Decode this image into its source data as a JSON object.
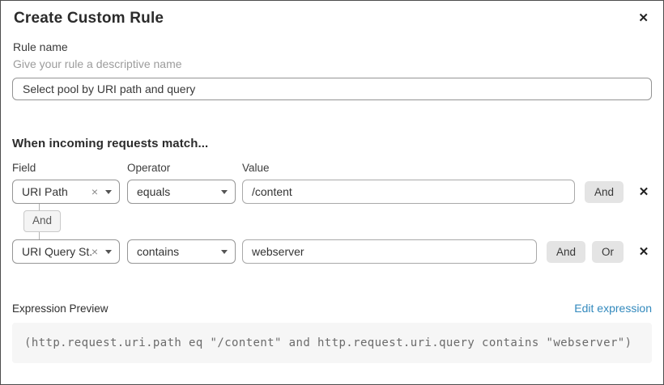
{
  "dialog": {
    "title": "Create Custom Rule"
  },
  "icons": {
    "close": "✕",
    "delete_row": "✕",
    "clear_selection": "×"
  },
  "rule_name": {
    "label": "Rule name",
    "help": "Give your rule a descriptive name",
    "value": "Select pool by URI path and query"
  },
  "matcher": {
    "heading": "When incoming requests match...",
    "columns": {
      "field": "Field",
      "operator": "Operator",
      "value": "Value"
    },
    "connector": "And",
    "rows": [
      {
        "field": "URI Path",
        "operator": "equals",
        "value": "/content",
        "buttons": {
          "and": "And"
        }
      },
      {
        "field": "URI Query St...",
        "operator": "contains",
        "value": "webserver",
        "buttons": {
          "and": "And",
          "or": "Or"
        }
      }
    ]
  },
  "expression": {
    "label": "Expression Preview",
    "edit_link": "Edit expression",
    "code": "(http.request.uri.path eq \"/content\" and http.request.uri.query contains \"webserver\")"
  },
  "colors": {
    "link_blue": "#3289bd",
    "button_gray": "#e4e4e4",
    "code_bg": "#f6f6f6",
    "dialog_border": "#4d4d4d"
  }
}
